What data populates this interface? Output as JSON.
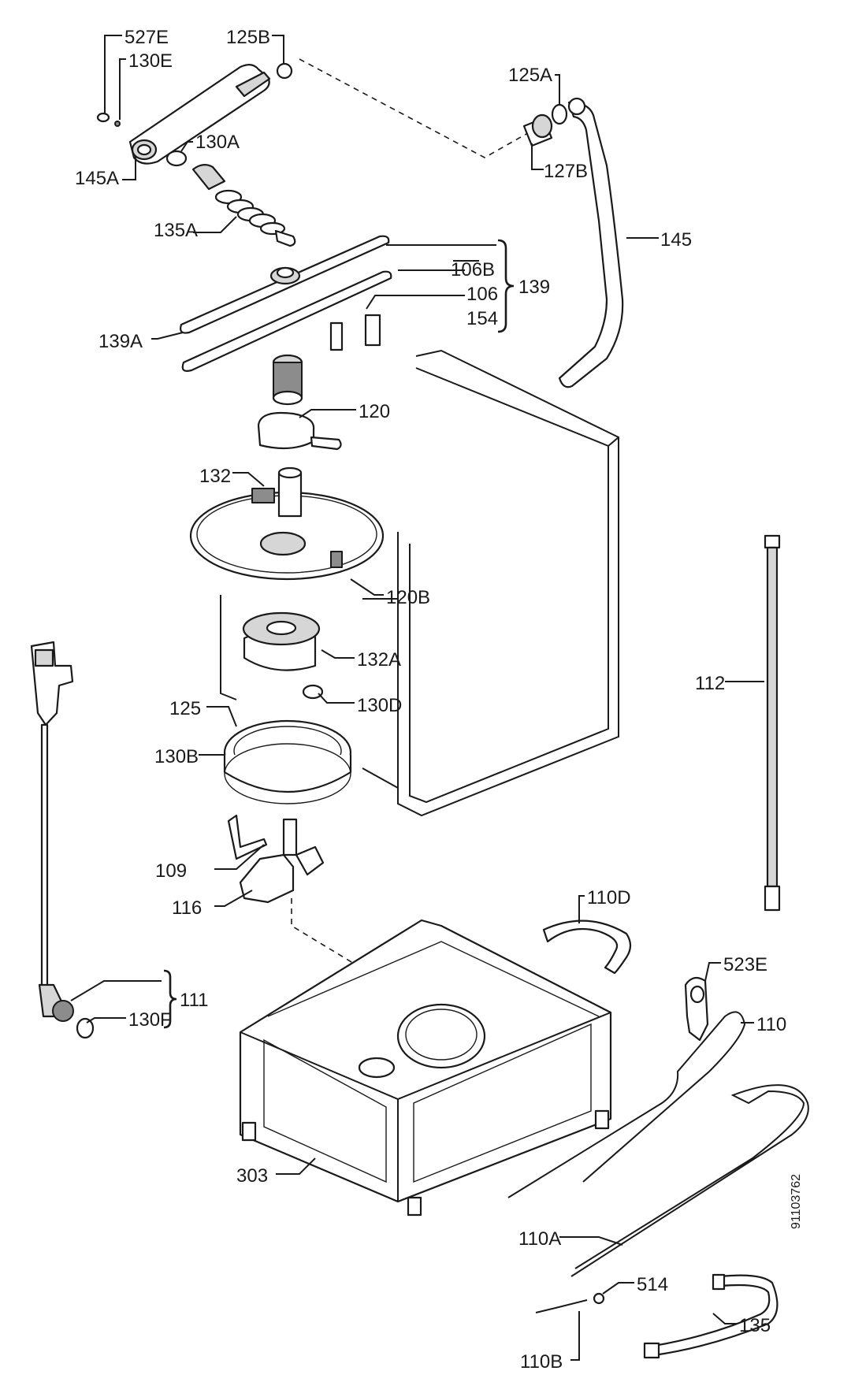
{
  "labels": {
    "l527e": "527E",
    "l125b": "125B",
    "l130e": "130E",
    "l130a": "130A",
    "l145a": "145A",
    "l135a": "135A",
    "l125a": "125A",
    "l127b": "127B",
    "l145": "145",
    "l106b": "106B",
    "l106": "106",
    "l154": "154",
    "l139": "139",
    "l139a": "139A",
    "l120": "120",
    "l132": "132",
    "l120b": "120B",
    "l132a": "132A",
    "l130d": "130D",
    "l125": "125",
    "l130b": "130B",
    "l112": "112",
    "l109": "109",
    "l116": "116",
    "l110d": "110D",
    "l111": "111",
    "l130f": "130F",
    "l523e": "523E",
    "l110": "110",
    "l303": "303",
    "l110a": "110A",
    "l514": "514",
    "l135": "135",
    "l110b": "110B"
  },
  "drawing_number": "91103762"
}
